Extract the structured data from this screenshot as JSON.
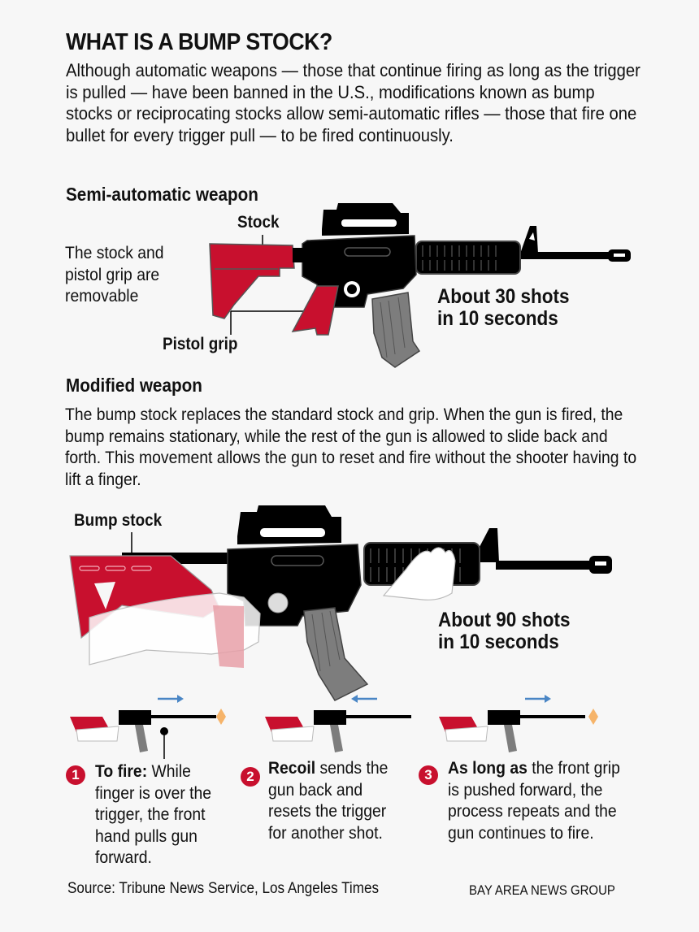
{
  "header": {
    "title": "WHAT IS A BUMP STOCK?",
    "intro": "Although automatic weapons — those that continue firing as long as the trigger is pulled — have been banned in the U.S., modifications known as bump stocks or reciprocating stocks allow semi-automatic rifles — those that fire one bullet for every trigger pull — to be fired continuously."
  },
  "semi_auto": {
    "heading": "Semi-automatic weapon",
    "stock_label": "Stock",
    "pistol_grip_label": "Pistol grip",
    "note": "The stock and pistol grip are removable",
    "rate_line1": "About 30 shots",
    "rate_line2": "in 10 seconds"
  },
  "modified": {
    "heading": "Modified weapon",
    "description": "The bump stock replaces the standard stock and grip. When the gun is fired, the bump remains stationary, while the rest of the gun is allowed to slide back and forth. This movement allows the gun to reset and fire without the shooter having to lift a finger.",
    "bump_stock_label": "Bump stock",
    "rate_line1": "About 90 shots",
    "rate_line2": "in 10 seconds"
  },
  "steps": [
    {
      "number": "1",
      "bold": "To fire:",
      "text": " While finger is over the trigger, the front hand pulls gun forward.",
      "arrow": "right"
    },
    {
      "number": "2",
      "bold": "Recoil",
      "text": " sends the gun back and resets the trigger for another shot.",
      "arrow": "left"
    },
    {
      "number": "3",
      "bold": "As long as",
      "text": " the front grip is pushed forward, the process repeats and the gun continues to fire.",
      "arrow": "right"
    }
  ],
  "footer": {
    "source": "Source: Tribune News Service, Los Angeles Times",
    "credit": "BAY AREA NEWS GROUP"
  },
  "colors": {
    "background": "#f7f7f7",
    "accent_red": "#c8102e",
    "gun_black": "#000000",
    "magazine_gray": "#808080",
    "arrow_blue": "#4a86c5",
    "muzzle_flash": "#f6b46a"
  }
}
